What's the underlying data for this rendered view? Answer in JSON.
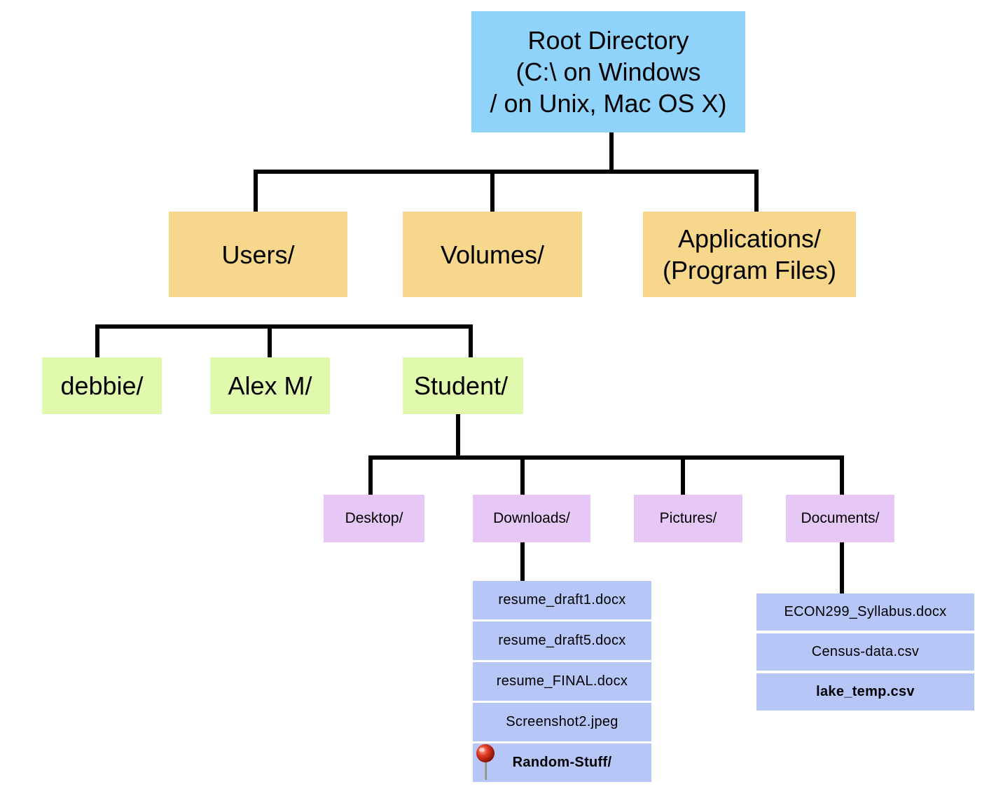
{
  "root": {
    "lines": [
      "Root Directory",
      "(C:\\ on Windows",
      "/ on Unix, Mac OS X)"
    ]
  },
  "level1": {
    "users": "Users/",
    "volumes": "Volumes/",
    "applications": [
      "Applications/",
      "(Program Files)"
    ]
  },
  "users_children": {
    "debbie": "debbie/",
    "alex": "Alex M/",
    "student": "Student/"
  },
  "student_children": {
    "desktop": "Desktop/",
    "downloads": "Downloads/",
    "pictures": "Pictures/",
    "documents": "Documents/"
  },
  "downloads_files": [
    "resume_draft1.docx",
    "resume_draft5.docx",
    "resume_FINAL.docx",
    "Screenshot2.jpeg",
    "Random-Stuff/"
  ],
  "documents_files": [
    "ECON299_Syllabus.docx",
    "Census-data.csv",
    "lake_temp.csv"
  ],
  "colors": {
    "root": "#8fd3fb",
    "level1": "#f7d78b",
    "level2": "#dffaac",
    "level3": "#e7c7f6",
    "files": "#b6c6f7"
  },
  "icons": {
    "random_stuff": "pushpin-icon"
  }
}
